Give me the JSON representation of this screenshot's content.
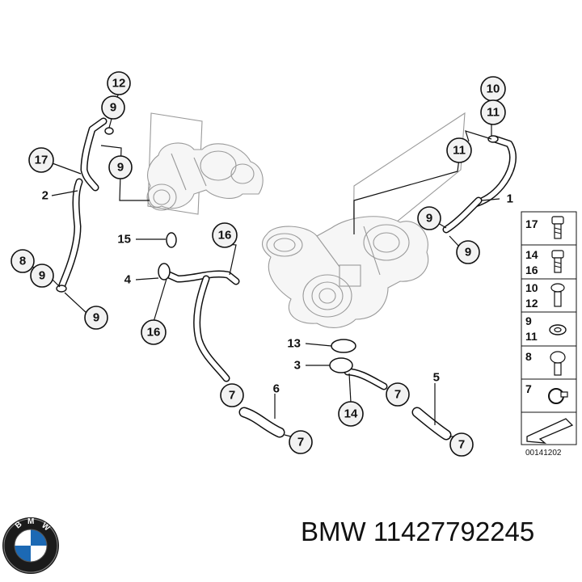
{
  "callouts": {
    "c12": "12",
    "c9_top": "9",
    "c9_box": "9",
    "c17": "17",
    "c8": "8",
    "c9_left_mid": "9",
    "c9_left_bot": "9",
    "c16_mid": "16",
    "c16_low": "16",
    "c10": "10",
    "c11_top": "11",
    "c11_mid": "11",
    "c9_right_a": "9",
    "c9_right_b": "9",
    "c14": "14",
    "c7_a": "7",
    "c7_b": "7",
    "c7_c": "7",
    "c7_d": "7"
  },
  "labels": {
    "l2": "2",
    "l15": "15",
    "l4": "4",
    "l1": "1",
    "l13": "13",
    "l3": "3",
    "l6": "6",
    "l5": "5"
  },
  "legend": [
    {
      "lines": [
        "17"
      ],
      "icon": "bolt-icon"
    },
    {
      "lines": [
        "14",
        "16"
      ],
      "icon": "bolt-icon"
    },
    {
      "lines": [
        "10",
        "12"
      ],
      "icon": "banjo-bolt-icon"
    },
    {
      "lines": [
        "9",
        "11"
      ],
      "icon": "seal-ring-icon"
    },
    {
      "lines": [
        "8"
      ],
      "icon": "hollow-bolt-icon"
    },
    {
      "lines": [
        "7"
      ],
      "icon": "hose-clamp-icon"
    },
    {
      "lines": [],
      "icon": "pointer-arrow-icon"
    }
  ],
  "diagram_ref": "00141202",
  "footer": {
    "part_number": "BMW 11427792245",
    "logo_letters": "BMW"
  }
}
